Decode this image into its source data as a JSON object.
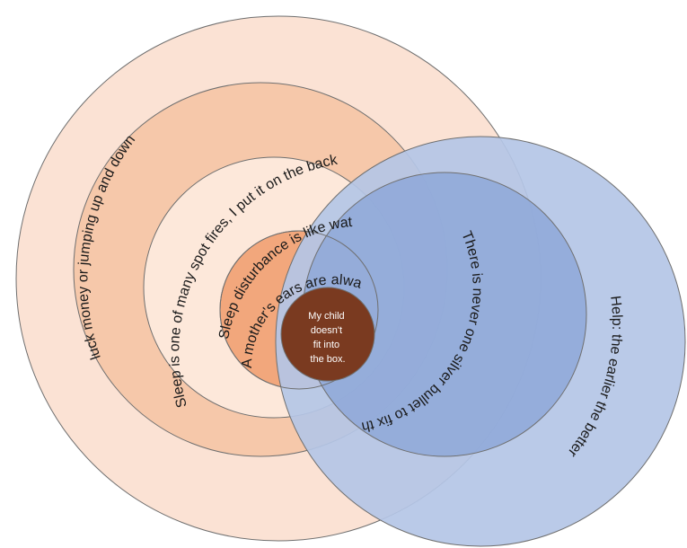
{
  "colors": {
    "outer_ring": "#fbe2d4",
    "ring_2": "#f6c8aa",
    "ring_3": "#fde8da",
    "ring_4": "#f2a77c",
    "core": "#7a3a20",
    "blue_outer": "#b4c6e6",
    "blue_inner": "#8fa9d8",
    "stroke": "#6f6f6f"
  },
  "labels": {
    "outer_ring": "luck money or jumping up and down",
    "ring_2": "Sleep is one of many spot fires, I put it on the back burner",
    "ring_3": "Sleep disturbance is like water torture",
    "ring_4": "A mother's ears  are always on",
    "core": [
      "My child",
      "doesn't",
      "fit into",
      "the box."
    ],
    "blue_inner": "There is never one silver bullet to fix things",
    "blue_outer": "Help: the earlier the better"
  }
}
